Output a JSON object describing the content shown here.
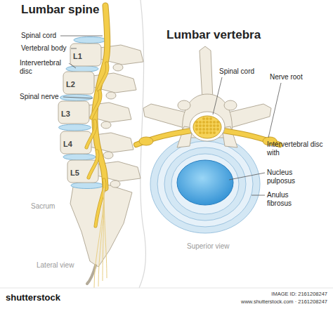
{
  "diagram": {
    "labels": [
      "Lumbar spine",
      "Spinal cord",
      "Vertebral body",
      "L1",
      "Intervertebral disc",
      "L2",
      "Spinal nerve",
      "L3",
      "L4",
      "L5",
      "Sacrum",
      "Lateral view",
      "Lumbar vertebra",
      "Spinal cord",
      "Nerve root",
      "Intervertebral disc with",
      "Nucleus pulposus",
      "Anulus fibrosus",
      "Superior view",
      "shutterstock",
      "IMAGE ID: 2161208247",
      "www.shutterstock.com · 2161208247"
    ]
  }
}
